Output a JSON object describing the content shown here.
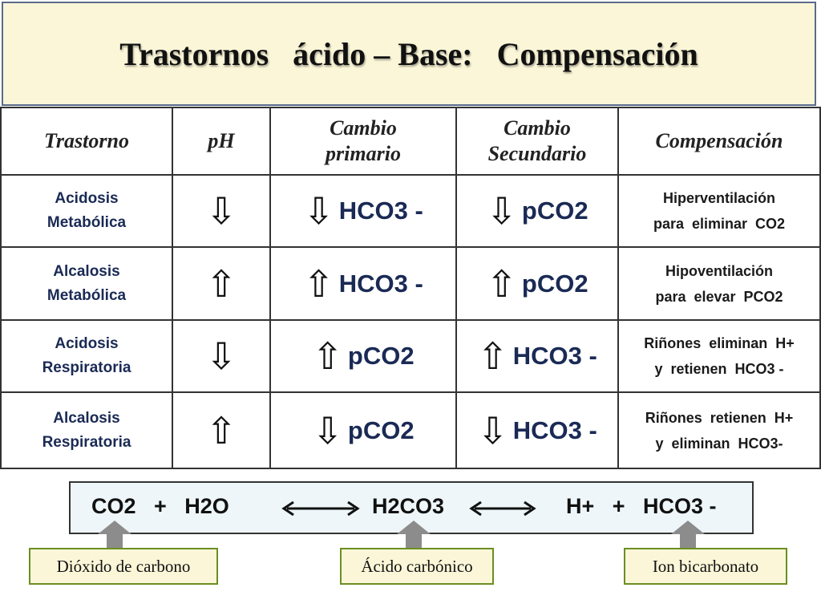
{
  "title": "Trastornos   ácido – Base:   Compensación",
  "headers": {
    "col1": "Trastorno",
    "col2": "pH",
    "col3": [
      "Cambio",
      "primario"
    ],
    "col4": [
      "Cambio",
      "Secundario"
    ],
    "col5": "Compensación"
  },
  "rows": [
    {
      "name": [
        "Acidosis",
        "Metabólica"
      ],
      "ph": "down-arrow",
      "primary": {
        "arrow": "down-arrow",
        "text": "HCO3 -"
      },
      "secondary": {
        "arrow": "down-arrow",
        "text": "pCO2"
      },
      "compensation": [
        "Hiperventilación",
        "para  eliminar  CO2"
      ]
    },
    {
      "name": [
        "Alcalosis",
        "Metabólica"
      ],
      "ph": "up-arrow",
      "primary": {
        "arrow": "up-arrow",
        "text": "HCO3 -"
      },
      "secondary": {
        "arrow": "up-arrow",
        "text": "pCO2"
      },
      "compensation": [
        "Hipoventilación",
        "para  elevar  PCO2"
      ]
    },
    {
      "name": [
        "Acidosis",
        "Respiratoria"
      ],
      "ph": "down-arrow",
      "primary": {
        "arrow": "up-arrow",
        "text": "pCO2"
      },
      "secondary": {
        "arrow": "up-arrow",
        "text": "HCO3 -"
      },
      "compensation": [
        "Riñones  eliminan  H+",
        "y  retienen  HCO3 -"
      ]
    },
    {
      "name": [
        "Alcalosis",
        "Respiratoria"
      ],
      "ph": "up-arrow",
      "primary": {
        "arrow": "down-arrow",
        "text": "pCO2"
      },
      "secondary": {
        "arrow": "down-arrow",
        "text": "HCO3 -"
      },
      "compensation": [
        "Riñones  retienen  H+",
        "y  eliminan  HCO3-"
      ]
    }
  ],
  "equation": {
    "term1": "CO2   +   H2O",
    "term2": "H2CO3",
    "term3": "H+   +   HCO3 -"
  },
  "labels": {
    "co2": "Dióxido de carbono",
    "h2co3": "Ácido carbónico",
    "hco3": "Ion  bicarbonato"
  },
  "colors": {
    "title_bg": "#fbf6d8",
    "label_border": "#6b8e23",
    "pointer_arrow": "#8c8c8c"
  }
}
